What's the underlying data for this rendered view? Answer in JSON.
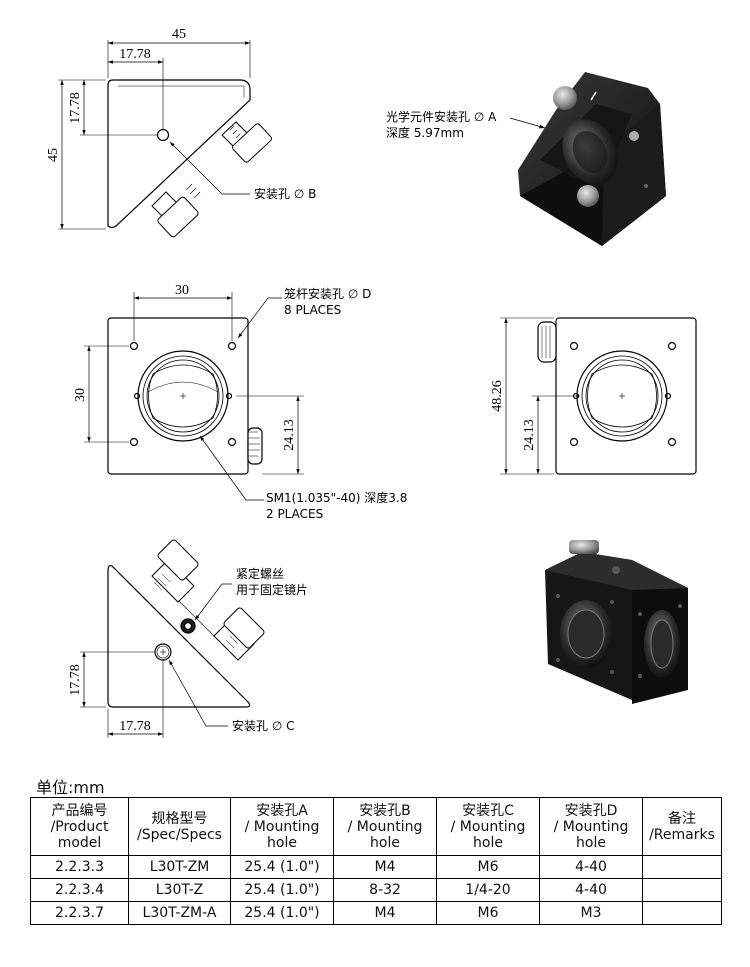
{
  "drawing": {
    "top_view": {
      "dim_width": "45",
      "dim_hole_x": "17.78",
      "dim_hole_y": "17.78",
      "dim_height": "45"
    },
    "front_view": {
      "dim_rod_spacing_h": "30",
      "dim_rod_spacing_v": "30",
      "dim_center_h": "24.13"
    },
    "side_view": {
      "dim_height": "48.26",
      "dim_center_h": "24.13"
    },
    "bottom_view": {
      "dim_hole_y": "17.78",
      "dim_hole_x": "17.78"
    }
  },
  "callouts": {
    "mount_b": "安装孔 ∅ B",
    "optic_a_line1": "光学元件安装孔 ∅ A",
    "optic_a_line2": "深度 5.97mm",
    "cage_d_line1": "笼杆安装孔 ∅ D",
    "cage_d_line2": "8 PLACES",
    "sm1_line1": "SM1(1.035\"-40) 深度3.8",
    "sm1_line2": "2 PLACES",
    "screw_line1": "紧定螺丝",
    "screw_line2": "用于固定镜片",
    "mount_c": "安装孔 ∅ C"
  },
  "table": {
    "unit": "单位:mm",
    "headers": [
      [
        "产品编号",
        "/Product",
        "model"
      ],
      [
        "规格型号",
        "/Spec/Specs"
      ],
      [
        "安装孔A",
        "/ Mounting",
        "hole"
      ],
      [
        "安装孔B",
        "/ Mounting",
        "hole"
      ],
      [
        "安装孔C",
        "/ Mounting",
        "hole"
      ],
      [
        "安装孔D",
        "/ Mounting",
        "hole"
      ],
      [
        "备注",
        "/Remarks"
      ]
    ],
    "rows": [
      [
        "2.2.3.3",
        "L30T-ZM",
        "25.4 (1.0\")",
        "M4",
        "M6",
        "4-40",
        ""
      ],
      [
        "2.2.3.4",
        "L30T-Z",
        "25.4 (1.0\")",
        "8-32",
        "1/4-20",
        "4-40",
        ""
      ],
      [
        "2.2.3.7",
        "L30T-ZM-A",
        "25.4 (1.0\")",
        "M4",
        "M6",
        "M3",
        ""
      ]
    ]
  }
}
